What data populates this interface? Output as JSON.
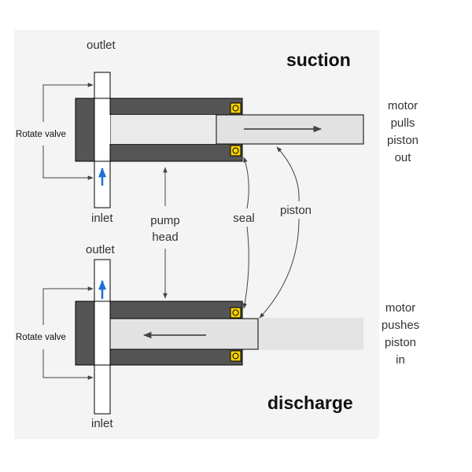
{
  "title_top": "suction",
  "title_bottom": "discharge",
  "colors": {
    "panel_bg": "#f4f4f4",
    "pump_body": "#555555",
    "chamber": "#ebebeb",
    "piston": "#e2e2e2",
    "seal": "#ffd400",
    "flow_arrow": "#1f6fd6",
    "leader": "#444444"
  },
  "top_pump": {
    "outlet_label": "outlet",
    "inlet_label": "inlet",
    "valve_label": "Rotate valve",
    "motor_text": [
      "motor",
      "pulls",
      "piston",
      "out"
    ]
  },
  "bottom_pump": {
    "outlet_label": "outlet",
    "inlet_label": "inlet",
    "valve_label": "Rotate valve",
    "motor_text": [
      "motor",
      "pushes",
      "piston",
      "in"
    ]
  },
  "callouts": {
    "pump_head": [
      "pump",
      "head"
    ],
    "seal": "seal",
    "piston": "piston"
  }
}
